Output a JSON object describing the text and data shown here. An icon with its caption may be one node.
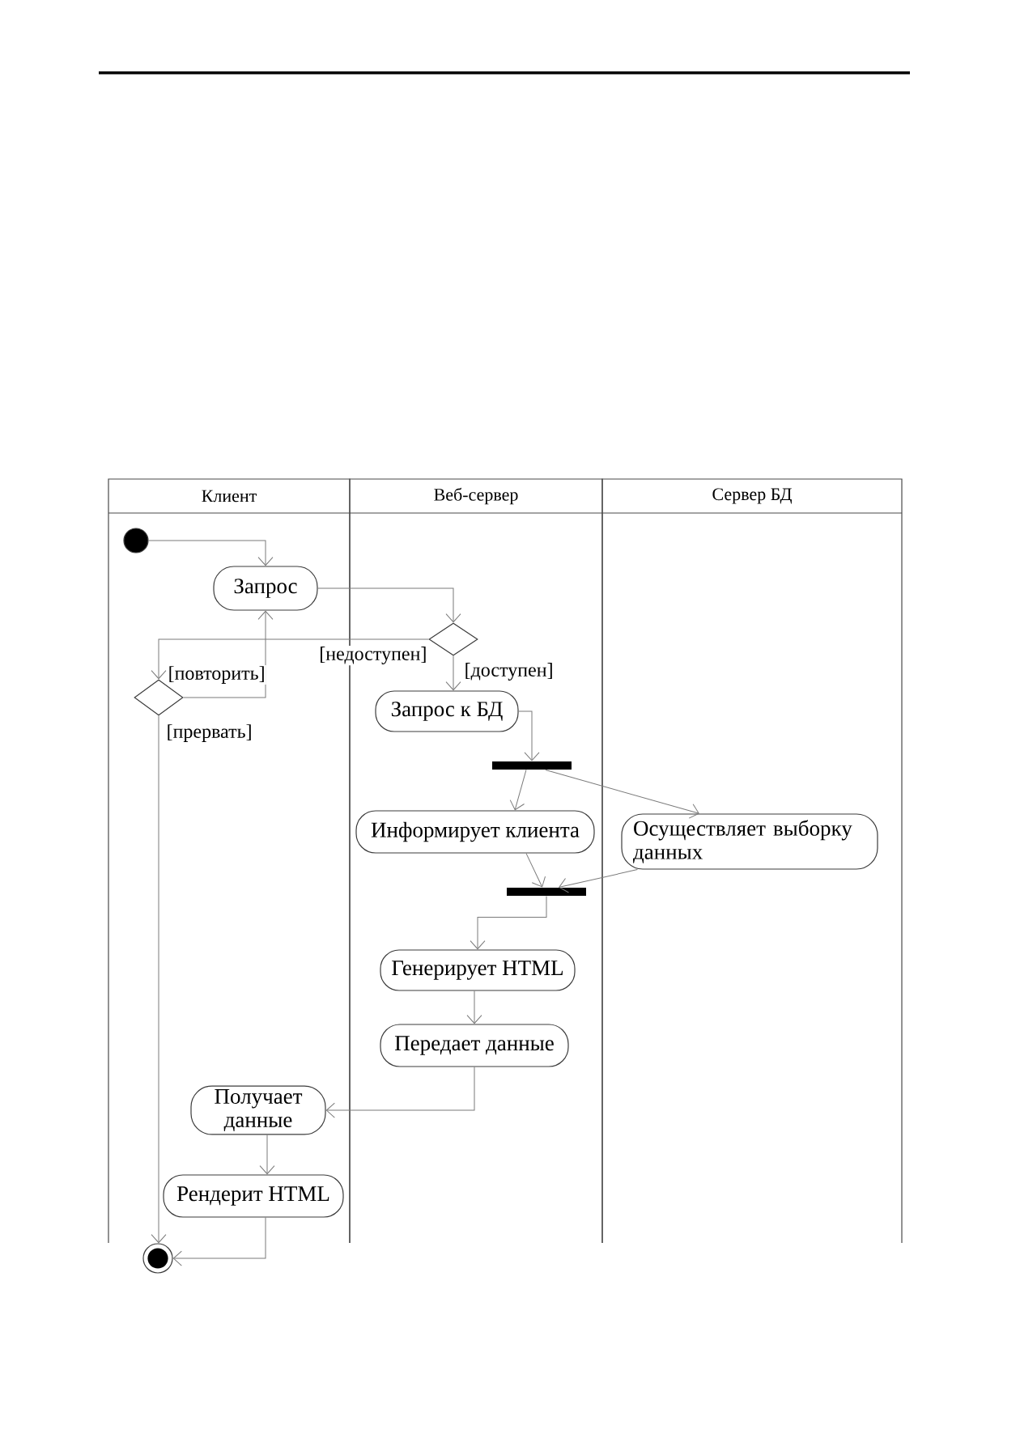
{
  "diagram": {
    "nodes": [
      {
        "text": [
          "Клиент"
        ]
      },
      {
        "text": [
          "Веб-сервер"
        ]
      },
      {
        "text": [
          "Сервер БД"
        ]
      },
      {
        "text": [],
        "shape": "circle",
        "in": 0
      },
      {
        "text": [
          "Запрос"
        ],
        "in": 0
      },
      {
        "text": [],
        "shape": "diamond",
        "in": 1
      },
      {
        "text": [],
        "shape": "diamond",
        "in": 0
      },
      {
        "text": [
          "Запрос к БД"
        ],
        "in": 1
      },
      {
        "text": [],
        "shape": "bar",
        "in": 1
      },
      {
        "text": [
          "Информирует клиента"
        ],
        "in": 1
      },
      {
        "text": [
          "Осуществляет выборку данных"
        ],
        "in": 2
      },
      {
        "text": [],
        "shape": "bar",
        "in": 1
      },
      {
        "text": [
          "Генерирует HTML"
        ],
        "in": 1
      },
      {
        "text": [
          "Передает данные"
        ],
        "in": 1
      },
      {
        "text": [
          "Получает данные"
        ],
        "in": 0
      },
      {
        "text": [
          "Рендерит HTML"
        ],
        "in": 0
      },
      {
        "text": [],
        "shape": "circle"
      }
    ],
    "edges": [
      {
        "from": 3,
        "to": 4,
        "arrow": "to"
      },
      {
        "from": 4,
        "to": 5,
        "arrow": "to"
      },
      {
        "from": 5,
        "to": 6,
        "arrow": "to",
        "label": "[недоступен]"
      },
      {
        "from": 5,
        "to": 7,
        "arrow": "to",
        "label": "[доступен]"
      },
      {
        "from": 6,
        "to": 4,
        "arrow": "to",
        "label": "[повторить]"
      },
      {
        "from": 6,
        "to": 16,
        "arrow": "to",
        "label": "[прервать]"
      },
      {
        "from": 7,
        "to": 8,
        "arrow": "to"
      },
      {
        "from": 8,
        "to": 9,
        "arrow": "to"
      },
      {
        "from": 8,
        "to": 10,
        "arrow": "to"
      },
      {
        "from": 9,
        "to": 11,
        "arrow": "to"
      },
      {
        "from": 10,
        "to": 11,
        "arrow": "to"
      },
      {
        "from": 11,
        "to": 12,
        "arrow": "to"
      },
      {
        "from": 12,
        "to": 13,
        "arrow": "to"
      },
      {
        "from": 13,
        "to": 14,
        "arrow": "to"
      },
      {
        "from": 14,
        "to": 15,
        "arrow": "to"
      },
      {
        "from": 15,
        "to": 16,
        "arrow": "to"
      }
    ]
  }
}
